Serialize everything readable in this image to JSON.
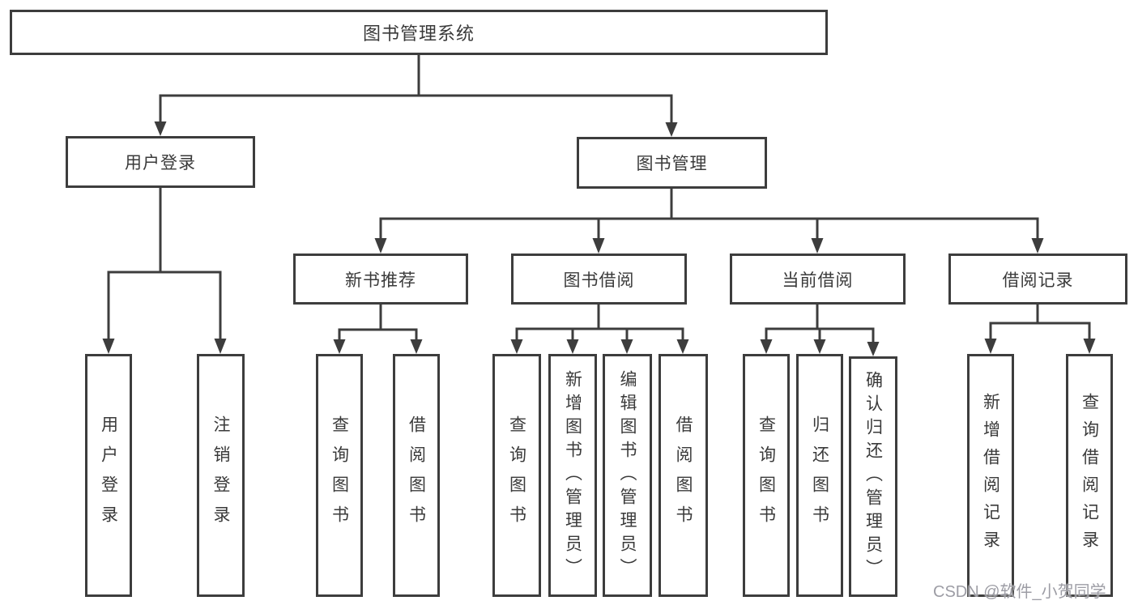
{
  "diagram": {
    "title": "图书管理系统",
    "watermark": "CSDN @软件_小贺同学",
    "colors": {
      "line": "#3d3d3d",
      "box_border": "#3d3d3d",
      "text": "#3a3a3a",
      "background": "#ffffff",
      "watermark": "#9d9da5"
    }
  },
  "nodes": [
    {
      "id": "library-system",
      "label": "图书管理系统",
      "level": 0
    },
    {
      "id": "user-login",
      "label": "用户登录",
      "level": 1
    },
    {
      "id": "book-management",
      "label": "图书管理",
      "level": 1
    },
    {
      "id": "new-book-recommend",
      "label": "新书推荐",
      "level": 2
    },
    {
      "id": "book-borrow",
      "label": "图书借阅",
      "level": 2
    },
    {
      "id": "current-borrow",
      "label": "当前借阅",
      "level": 2
    },
    {
      "id": "borrow-records",
      "label": "借阅记录",
      "level": 2
    },
    {
      "id": "leaf-user-login",
      "label": "用户登录",
      "level": 3
    },
    {
      "id": "leaf-logout",
      "label": "注销登录",
      "level": 3
    },
    {
      "id": "leaf-query-book-a",
      "label": "查询图书",
      "level": 3
    },
    {
      "id": "leaf-borrow-book-a",
      "label": "借阅图书",
      "level": 3
    },
    {
      "id": "leaf-query-book-b",
      "label": "查询图书",
      "level": 3
    },
    {
      "id": "leaf-add-book-admin",
      "label": "新增图书（管理员）",
      "level": 3
    },
    {
      "id": "leaf-edit-book-admin",
      "label": "编辑图书（管理员）",
      "level": 3
    },
    {
      "id": "leaf-borrow-book-b",
      "label": "借阅图书",
      "level": 3
    },
    {
      "id": "leaf-query-book-c",
      "label": "查询图书",
      "level": 3
    },
    {
      "id": "leaf-return-book",
      "label": "归还图书",
      "level": 3
    },
    {
      "id": "leaf-confirm-return-admin",
      "label": "确认归还（管理员）",
      "level": 3
    },
    {
      "id": "leaf-add-borrow-record",
      "label": "新增借阅记录",
      "level": 3
    },
    {
      "id": "leaf-query-borrow-record",
      "label": "查询借阅记录",
      "level": 3
    }
  ],
  "edges": [
    {
      "parent": 0,
      "children": [
        1,
        2
      ]
    },
    {
      "parent": 1,
      "children": [
        7,
        8
      ]
    },
    {
      "parent": 2,
      "children": [
        3,
        4,
        5,
        6
      ]
    },
    {
      "parent": 3,
      "children": [
        9,
        10
      ]
    },
    {
      "parent": 4,
      "children": [
        11,
        12,
        13,
        14
      ]
    },
    {
      "parent": 5,
      "children": [
        15,
        16,
        17
      ]
    },
    {
      "parent": 6,
      "children": [
        18,
        19
      ]
    }
  ]
}
